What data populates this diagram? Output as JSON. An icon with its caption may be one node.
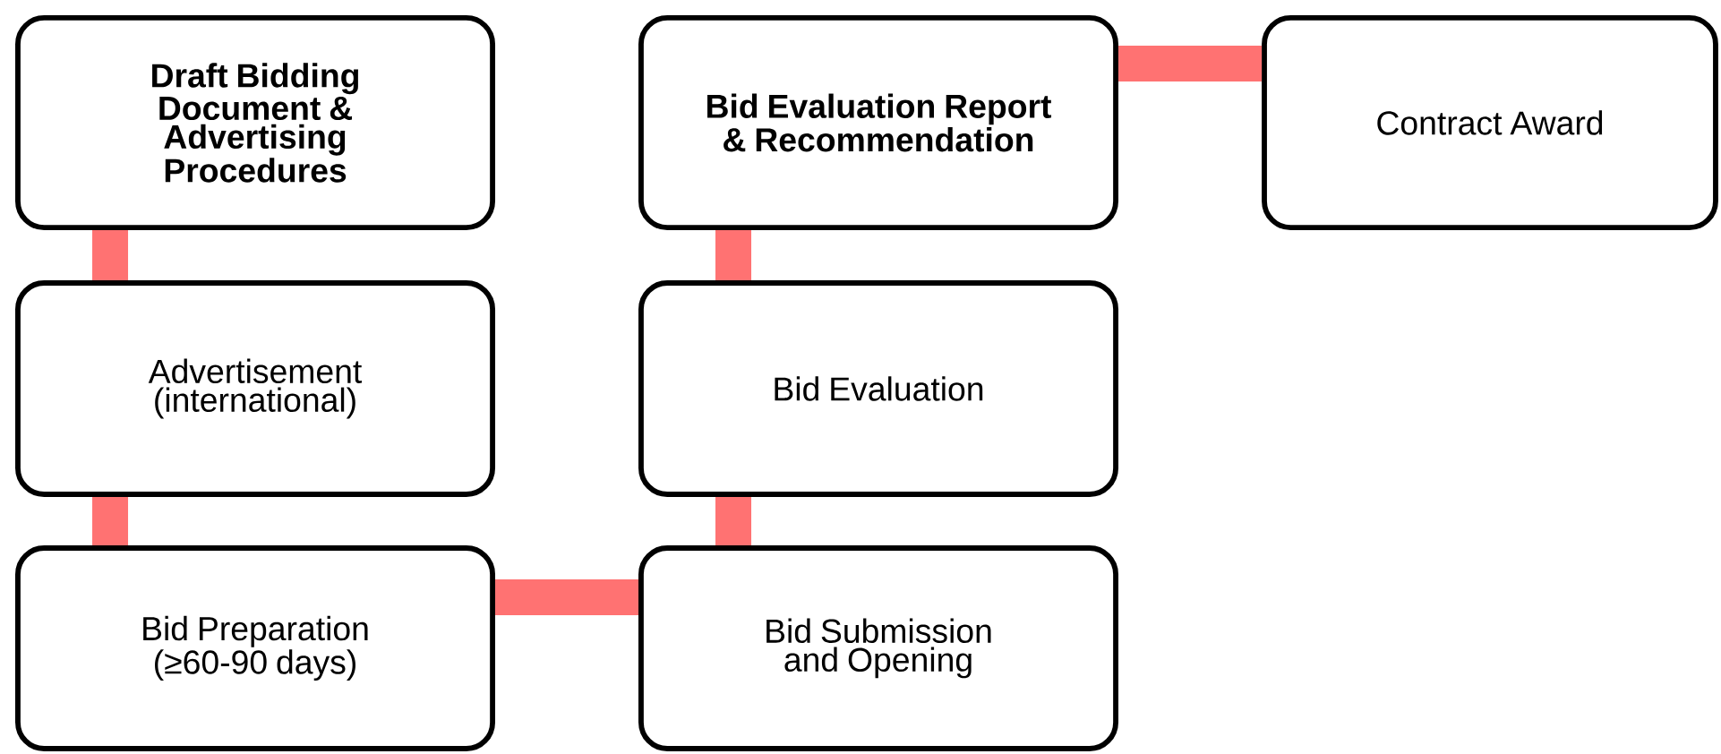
{
  "diagram": {
    "nodes": [
      {
        "text": [
          "Draft Bidding Document & Advertising Procedures"
        ]
      },
      {
        "text": [
          "Advertisement (international)"
        ]
      },
      {
        "text": [
          "Bid Preparation (≥60-90 days)"
        ]
      },
      {
        "text": [
          "Bid Evaluation Report & Recommendation"
        ]
      },
      {
        "text": [
          "Bid Evaluation"
        ]
      },
      {
        "text": [
          "Bid Submission and Opening"
        ]
      },
      {
        "text": [
          "Contract Award"
        ]
      }
    ],
    "edges": [
      {
        "from": 0,
        "to": 1,
        "arrow": "none"
      },
      {
        "from": 1,
        "to": 2,
        "arrow": "none"
      },
      {
        "from": 2,
        "to": 5,
        "arrow": "none"
      },
      {
        "from": 5,
        "to": 4,
        "arrow": "none"
      },
      {
        "from": 4,
        "to": 3,
        "arrow": "none"
      },
      {
        "from": 3,
        "to": 6,
        "arrow": "none"
      }
    ]
  }
}
